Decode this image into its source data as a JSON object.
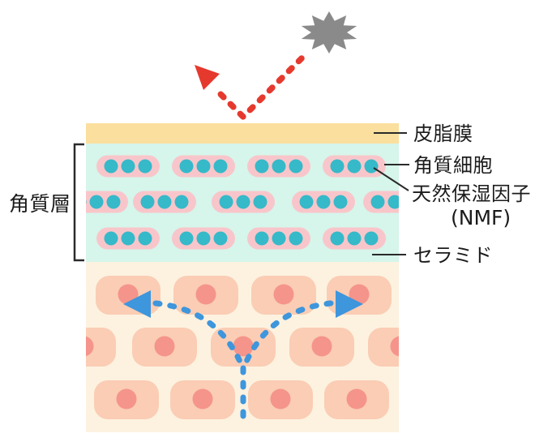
{
  "labels": {
    "stratum_corneum": "角質層",
    "sebum_film": "皮脂膜",
    "corneocyte": "角質細胞",
    "nmf": "天然保湿因子",
    "nmf_abbr": "(NMF)",
    "ceramide": "セラミド"
  },
  "colors": {
    "sebum_yellow": "#FBDF9E",
    "corneum_mint": "#D6F5EB",
    "corneocyte_pink": "#F8C6CA",
    "nmf_teal": "#36B9C9",
    "dermis_cream": "#FDF2E0",
    "dermis_cell_peach": "#FACDB4",
    "nucleus_salmon": "#F5948B",
    "stimulus_red": "#E6392E",
    "burst_gray": "#8A8A8A",
    "moisture_blue": "#3E96DC",
    "line_dark": "#2A2A2A",
    "text_dark": "#1B1B1B"
  },
  "icons": {
    "burst": "starburst-icon",
    "reflect_arrow": "red-dashed-reflect-arrow-icon",
    "moisture_arrow": "blue-dashed-moisture-arrow-icon"
  }
}
